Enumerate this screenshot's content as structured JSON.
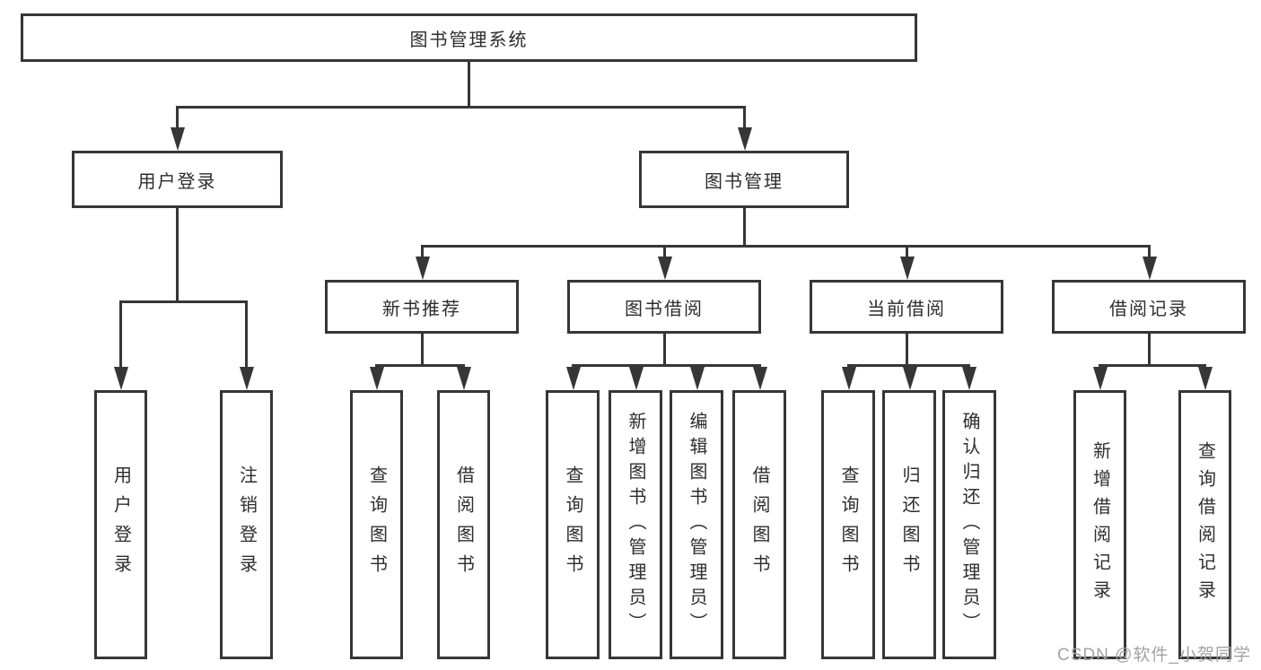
{
  "tree": {
    "root": {
      "label": "图书管理系统"
    },
    "branches": [
      {
        "label": "用户登录",
        "children": [
          {
            "label": "用户登录"
          },
          {
            "label": "注销登录"
          }
        ]
      },
      {
        "label": "图书管理",
        "children": [
          {
            "label": "新书推荐",
            "children": [
              {
                "label": "查询图书"
              },
              {
                "label": "借阅图书"
              }
            ]
          },
          {
            "label": "图书借阅",
            "children": [
              {
                "label": "查询图书"
              },
              {
                "label": "新增图书（管理员）"
              },
              {
                "label": "编辑图书（管理员）"
              },
              {
                "label": "借阅图书"
              }
            ]
          },
          {
            "label": "当前借阅",
            "children": [
              {
                "label": "查询图书"
              },
              {
                "label": "归还图书"
              },
              {
                "label": "确认归还（管理员）"
              }
            ]
          },
          {
            "label": "借阅记录",
            "children": [
              {
                "label": "新增借阅记录"
              },
              {
                "label": "查询借阅记录"
              }
            ]
          }
        ]
      }
    ]
  },
  "watermark": "CSDN @软件_小贺同学",
  "colors": {
    "line": "#363636",
    "text": "#2d2d2d",
    "watermark": "#a3a3a3",
    "background": "#ffffff"
  }
}
